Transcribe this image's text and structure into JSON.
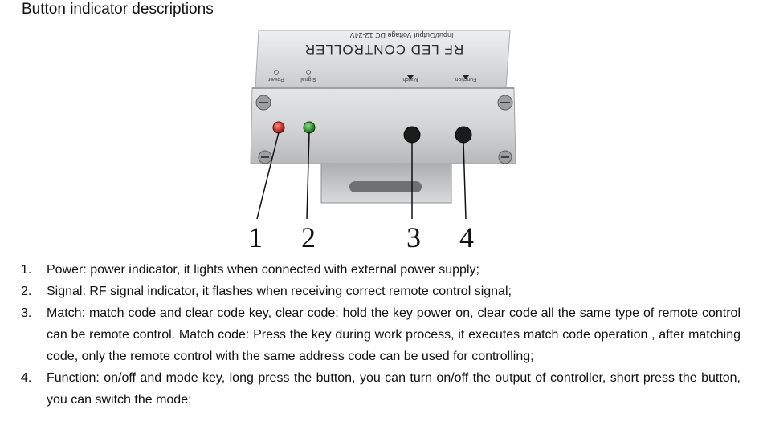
{
  "title": "Button indicator descriptions",
  "device": {
    "label_voltage": "Input/Output Voltage DC 12-24V",
    "label_name": "RF LED CONTROLLER",
    "label_power": "Power",
    "label_signal": "Signal",
    "label_match": "Match",
    "label_function": "Function",
    "callouts": [
      "1",
      "2",
      "3",
      "4"
    ]
  },
  "items": [
    {
      "num": "1.",
      "text": "Power: power indicator, it lights when connected with external power supply;"
    },
    {
      "num": "2.",
      "text": "Signal: RF signal indicator, it flashes when receiving correct remote control signal;"
    },
    {
      "num": "3.",
      "text": "Match: match code and clear code key, clear code: hold the key power on, clear code all the same type of remote control can be remote control. Match code: Press the key during work process, it executes match code operation , after matching code, only the remote control with the same address code can be used for controlling;"
    },
    {
      "num": "4.",
      "text": "Function: on/off and mode key, long press the button, you can turn on/off the output of controller, short press the button, you can switch the mode;"
    }
  ],
  "colors": {
    "power_led": "#c0201c",
    "signal_led": "#2f8a2a",
    "housing": "#cfd1d3"
  }
}
